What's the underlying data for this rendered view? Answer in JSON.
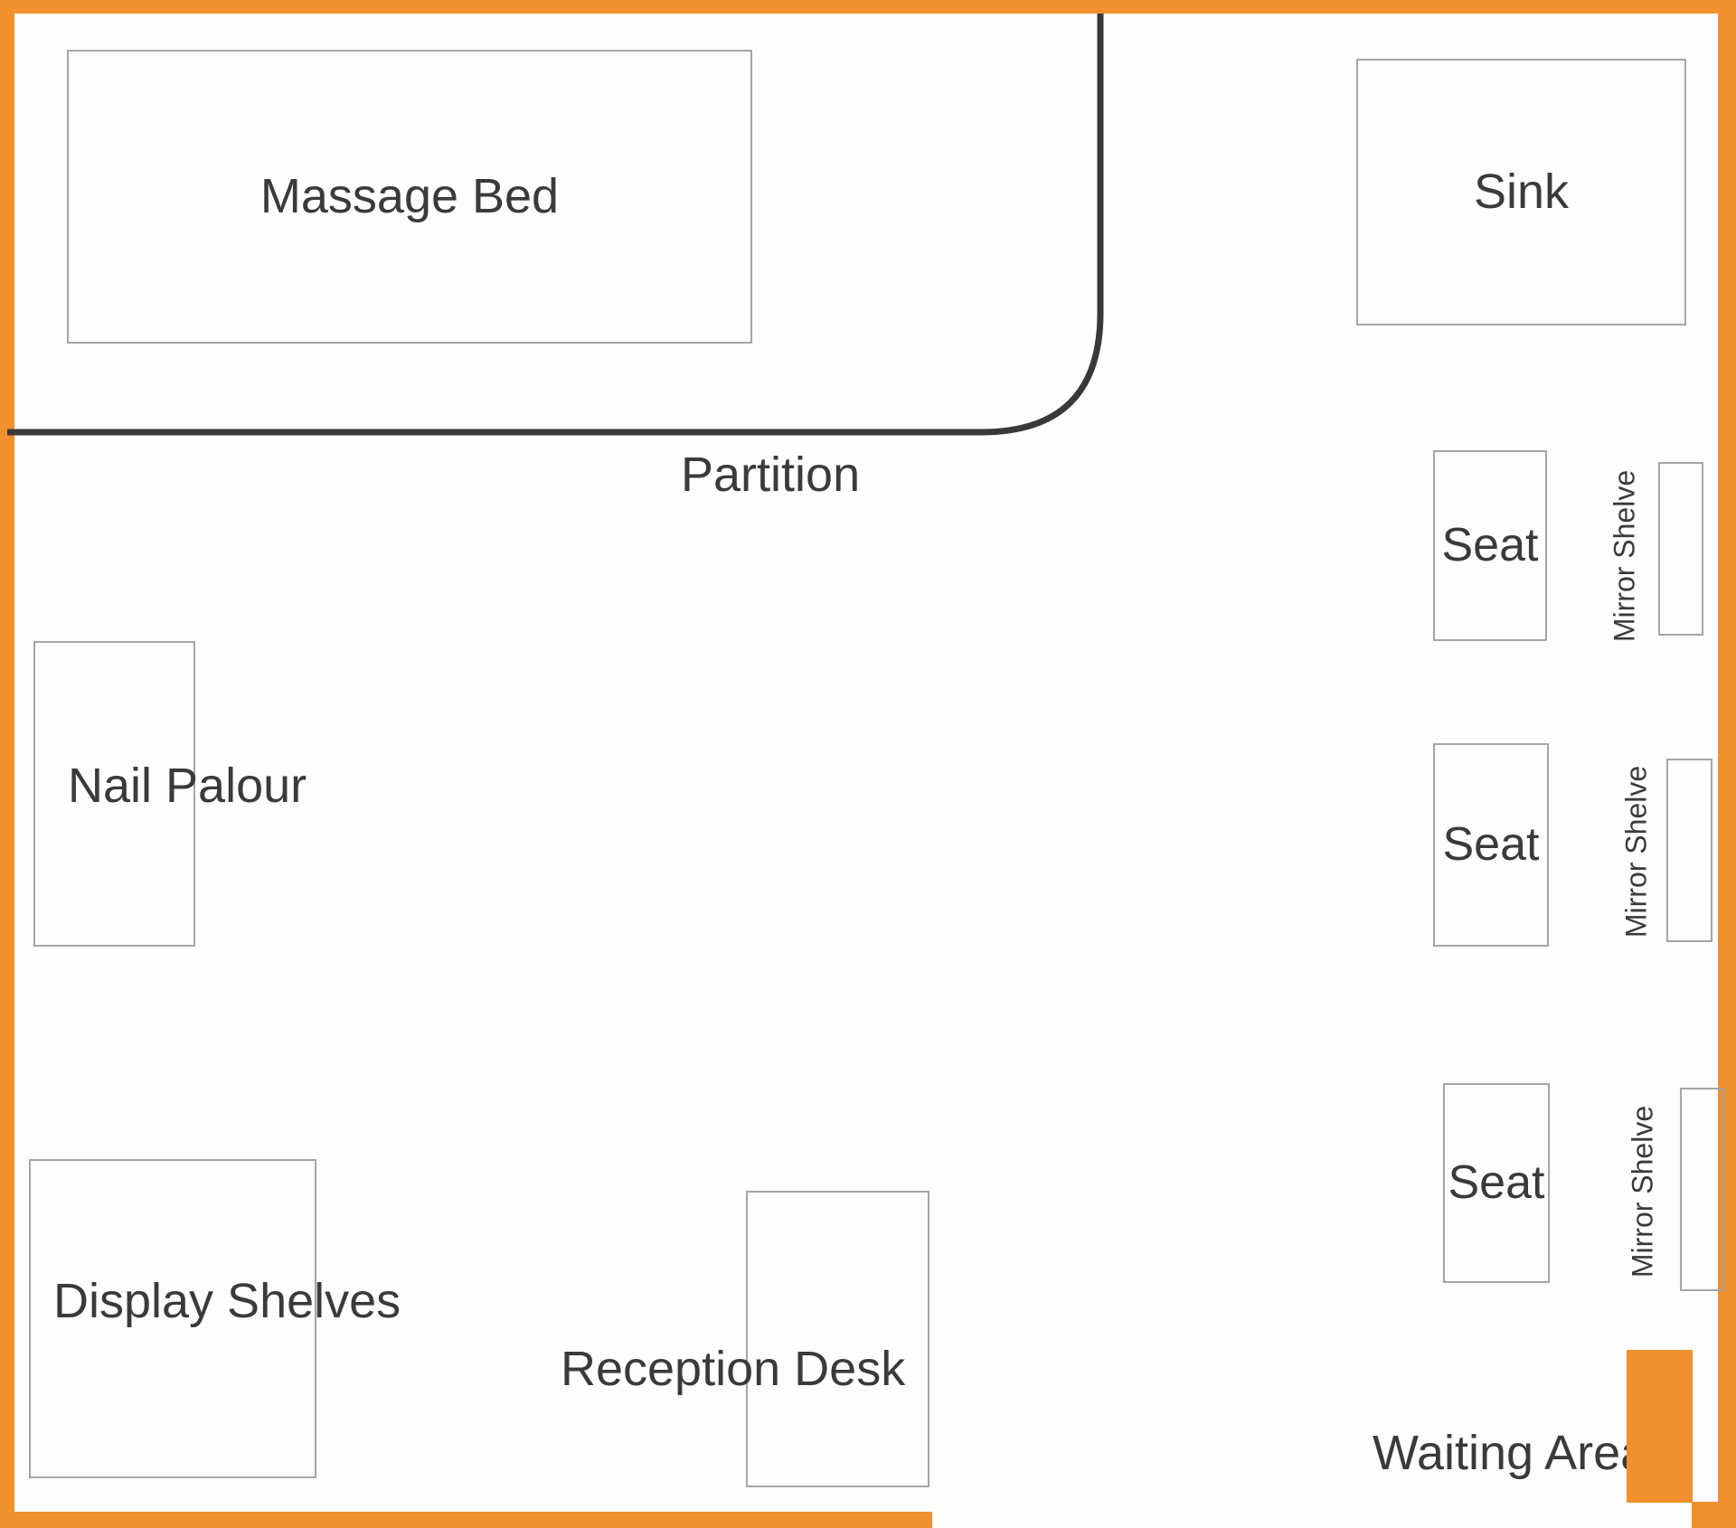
{
  "colors": {
    "wall_orange": "#f0902e",
    "partition_line": "#3b383b",
    "furniture_stroke": "#a7a4a4",
    "label_text": "#3a3a3c",
    "background": "#fdfdfd"
  },
  "rooms": {
    "massage_bed": {
      "label": "Massage Bed"
    },
    "sink": {
      "label": "Sink"
    },
    "seat_1": {
      "label": "Seat"
    },
    "seat_2": {
      "label": "Seat"
    },
    "seat_3": {
      "label": "Seat"
    },
    "mirror_shelf_1": {
      "label": "Mirror Shelve"
    },
    "mirror_shelf_2": {
      "label": "Mirror Shelve"
    },
    "mirror_shelf_3": {
      "label": "Mirror Shelve"
    },
    "nail_parlour": {
      "label": "Nail Palour"
    },
    "display_shelves": {
      "label": "Display Shelves"
    },
    "reception_desk": {
      "label": "Reception Desk"
    }
  },
  "annotations": {
    "partition": {
      "label": "Partition"
    },
    "waiting_area": {
      "label": "Waiting Area"
    }
  }
}
